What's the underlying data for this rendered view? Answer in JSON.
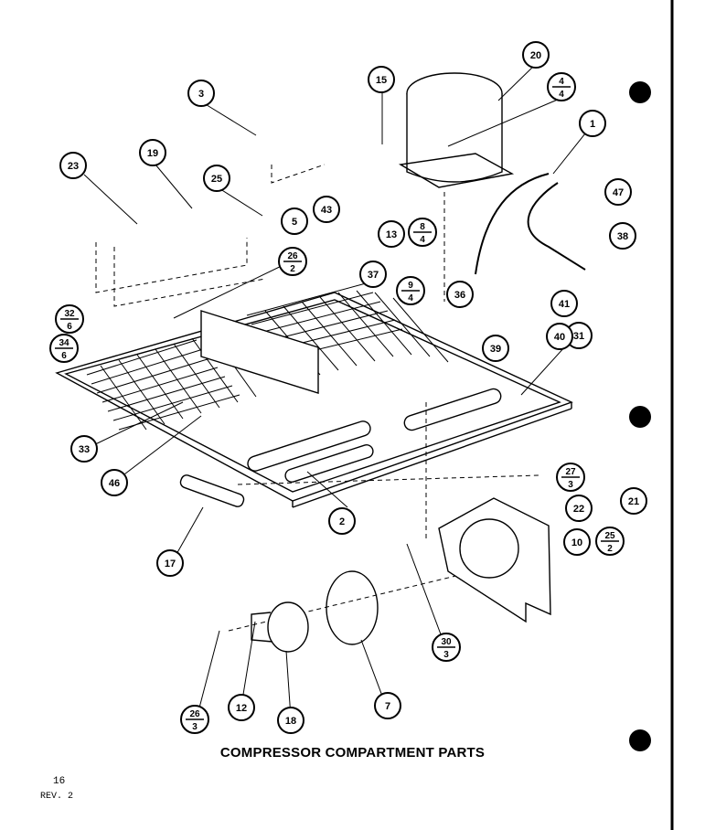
{
  "caption": "COMPRESSOR COMPARTMENT PARTS",
  "page_number": "16",
  "revision": "REV. 2",
  "callouts": [
    {
      "id": "c1",
      "label": "1"
    },
    {
      "id": "c2",
      "label": "2"
    },
    {
      "id": "c3",
      "label": "3"
    },
    {
      "id": "c5",
      "label": "5"
    },
    {
      "id": "c7",
      "label": "7"
    },
    {
      "id": "c10",
      "label": "10"
    },
    {
      "id": "c12",
      "label": "12"
    },
    {
      "id": "c13",
      "label": "13"
    },
    {
      "id": "c15",
      "label": "15"
    },
    {
      "id": "c17",
      "label": "17"
    },
    {
      "id": "c18",
      "label": "18"
    },
    {
      "id": "c19",
      "label": "19"
    },
    {
      "id": "c20",
      "label": "20"
    },
    {
      "id": "c21",
      "label": "21"
    },
    {
      "id": "c22",
      "label": "22"
    },
    {
      "id": "c23",
      "label": "23"
    },
    {
      "id": "c25",
      "label": "25"
    },
    {
      "id": "c31",
      "label": "31"
    },
    {
      "id": "c33",
      "label": "33"
    },
    {
      "id": "c36",
      "label": "36"
    },
    {
      "id": "c37",
      "label": "37"
    },
    {
      "id": "c38",
      "label": "38"
    },
    {
      "id": "c39",
      "label": "39"
    },
    {
      "id": "c40",
      "label": "40"
    },
    {
      "id": "c41",
      "label": "41"
    },
    {
      "id": "c43",
      "label": "43"
    },
    {
      "id": "c46",
      "label": "46"
    },
    {
      "id": "c47",
      "label": "47"
    }
  ],
  "fraction_callouts": [
    {
      "id": "f4_4",
      "top": "4",
      "bottom": "4"
    },
    {
      "id": "f8_4",
      "top": "8",
      "bottom": "4"
    },
    {
      "id": "f9_4",
      "top": "9",
      "bottom": "4"
    },
    {
      "id": "f26_2",
      "top": "26",
      "bottom": "2"
    },
    {
      "id": "f32_6",
      "top": "32",
      "bottom": "6"
    },
    {
      "id": "f34_6",
      "top": "34",
      "bottom": "6"
    },
    {
      "id": "f27_3",
      "top": "27",
      "bottom": "3"
    },
    {
      "id": "f25_2",
      "top": "25",
      "bottom": "2"
    },
    {
      "id": "f30_3",
      "top": "30",
      "bottom": "3"
    },
    {
      "id": "f26_3",
      "top": "26",
      "bottom": "3"
    }
  ]
}
